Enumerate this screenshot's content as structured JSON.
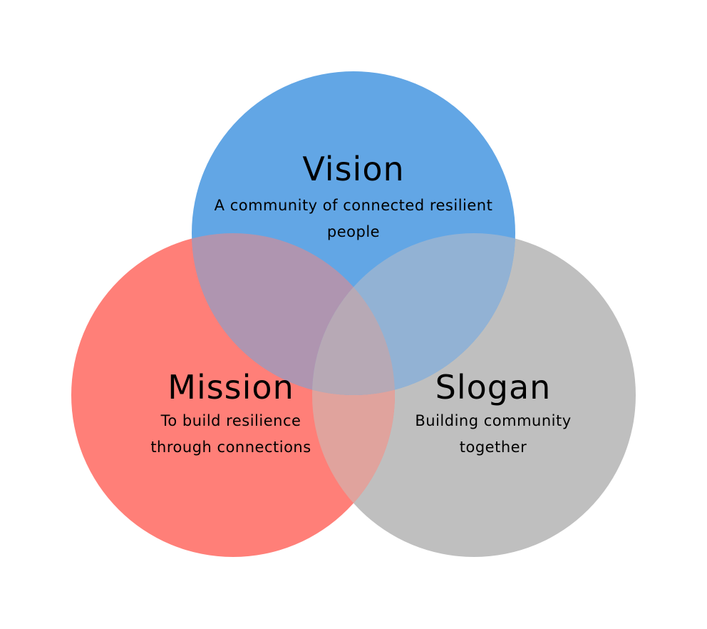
{
  "colors": {
    "vision": "#62a6e5",
    "mission": "#ff7f78",
    "slogan": "#bfbfbf",
    "vision_mission": "#af95b0",
    "vision_slogan": "#92b2d4",
    "mission_slogan": "#e0a39d",
    "center": "#b7a9b5"
  },
  "vision": {
    "title": "Vision",
    "line1": "A community of connected resilient",
    "line2": "people"
  },
  "mission": {
    "title": "Mission",
    "line1": "To build resilience",
    "line2": "through connections"
  },
  "slogan": {
    "title": "Slogan",
    "line1": "Building community",
    "line2": "together"
  }
}
